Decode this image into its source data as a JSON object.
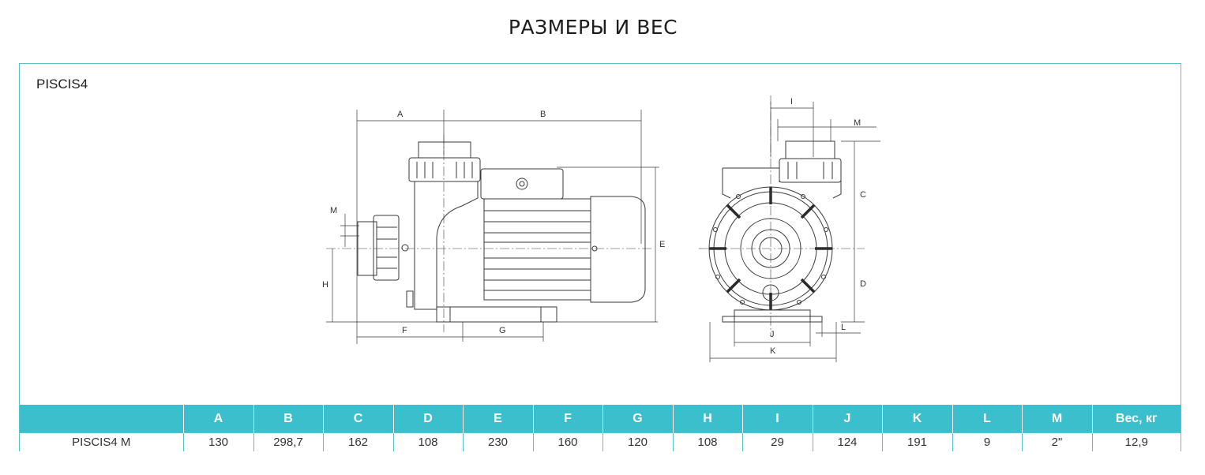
{
  "page": {
    "title": "РАЗМЕРЫ И ВЕС"
  },
  "panel": {
    "model_label": "PISCIS4"
  },
  "drawing": {
    "dimension_labels": [
      "A",
      "B",
      "C",
      "D",
      "E",
      "F",
      "G",
      "H",
      "I",
      "J",
      "K",
      "L",
      "M"
    ]
  },
  "table": {
    "headers": [
      "",
      "A",
      "B",
      "C",
      "D",
      "E",
      "F",
      "G",
      "H",
      "I",
      "J",
      "K",
      "L",
      "M",
      "Вес, кг"
    ],
    "rows": [
      [
        "PISCIS4 M",
        "130",
        "298,7",
        "162",
        "108",
        "230",
        "160",
        "120",
        "108",
        "29",
        "124",
        "191",
        "9",
        "2\"",
        "12,9"
      ]
    ]
  },
  "colors": {
    "accent": "#3cbfcc",
    "border": "#56c2cc",
    "drawing_line": "#333333"
  }
}
